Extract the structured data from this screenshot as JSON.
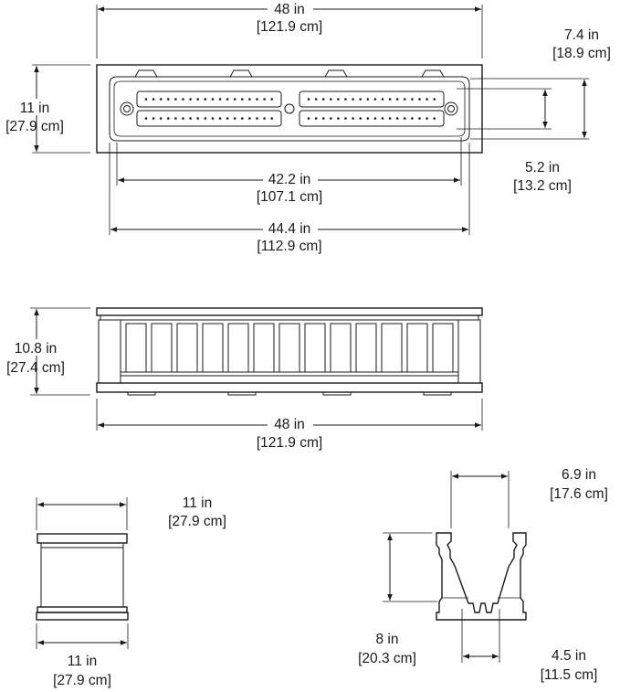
{
  "top_view": {
    "width_in": "48 in",
    "width_cm": "[121.9 cm]",
    "depth_in": "11 in",
    "depth_cm": "[27.9 cm]",
    "inner_depth_in": "7.4 in",
    "inner_depth_cm": "[18.9 cm]",
    "channel_depth_in": "5.2 in",
    "channel_depth_cm": "[13.2 cm]",
    "inner_length_in": "42.2 in",
    "inner_length_cm": "[107.1 cm]",
    "rim_length_in": "44.4 in",
    "rim_length_cm": "[112.9 cm]"
  },
  "front_view": {
    "height_in": "10.8 in",
    "height_cm": "[27.4 cm]",
    "width_in": "48 in",
    "width_cm": "[121.9 cm]"
  },
  "side_view": {
    "top_width_in": "11 in",
    "top_width_cm": "[27.9 cm]",
    "bottom_width_in": "11 in",
    "bottom_width_cm": "[27.9 cm]"
  },
  "section_view": {
    "top_width_in": "6.9 in",
    "top_width_cm": "[17.6 cm]",
    "height_in": "8 in",
    "height_cm": "[20.3 cm]",
    "bottom_width_in": "4.5 in",
    "bottom_width_cm": "[11.5 cm]"
  }
}
